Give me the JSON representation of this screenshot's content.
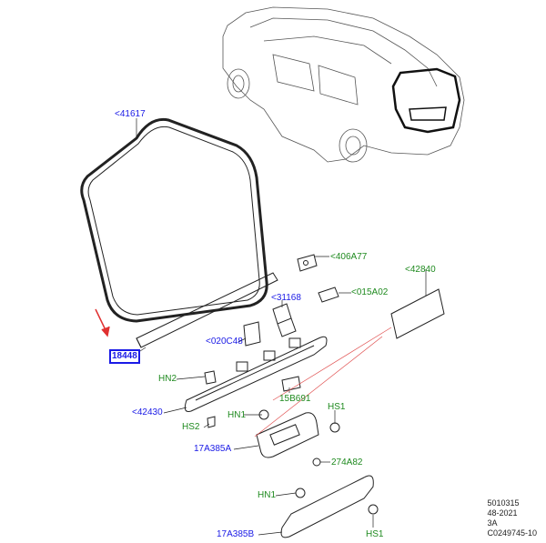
{
  "labels": {
    "seal": "<41617",
    "tailgate_switch": "<406A77",
    "bracket_a": "<015A02",
    "insulator": "<42840",
    "camera": "<31168",
    "sensor": "<020C48",
    "selected_part": "18448",
    "hn2": "HN2",
    "handle_panel": "<42430",
    "hs2": "HS2",
    "lamp_15b691": "15B691",
    "hn1_a": "HN1",
    "hs1_a": "HS1",
    "plate_a": "17A385A",
    "clip_274a82": "274A82",
    "hn1_b": "HN1",
    "plate_b": "17A385B",
    "hs1_b": "HS1"
  },
  "reference": {
    "line1": "5010315",
    "line2": "48-2021",
    "line3": "3A",
    "line4": "C0249745-10"
  },
  "colors": {
    "callout_blue": "#1a1ae6",
    "callout_green": "#1f8a1f",
    "leader_red": "#e03030",
    "line": "#222222"
  }
}
